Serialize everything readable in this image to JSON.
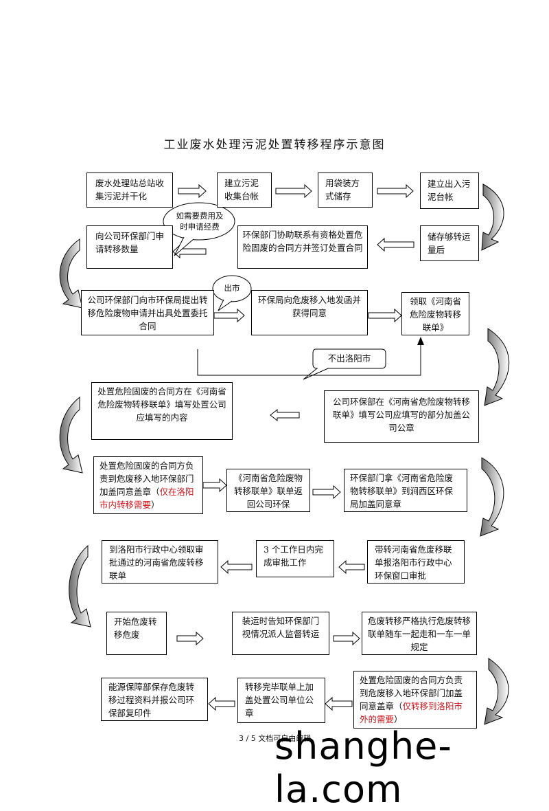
{
  "title": "工业废水处理污泥处置转移程序示意图",
  "boxes": {
    "b1": "废水处理站总站收集污泥并干化",
    "b2": "建立污泥收集台帐",
    "b3": "用袋装方式储存",
    "b4": "建立出入污泥台帐",
    "b5": "储存够转运量后",
    "b6": "环保部门协助联系有资格处置危险固废的合同方并签订处置合同",
    "b7": "向公司环保部门申请转移数量",
    "b8": "公司环保部门向市环保局提出转移危险废物申请并出具处置委托合同",
    "b9": "环保局向危废移入地发函并获得同意",
    "b10": "领取《河南省危险废物转移联单》",
    "b11": "公司环保部在《河南省危险废物转移联单》填写公司应填写的部分加盖公司公章",
    "b12": "处置危险固废的合同方在《河南省危险废物转移联单》填写处置公司应填写的内容",
    "b13_main": "处置危险固废的合同方负责到危废移入地环保部门加盖同意盖章（",
    "b13_red": "仅在洛阳市内转移需要",
    "b13_end": "）",
    "b14": "《河南省危险废物转移联单》联单返回公司环保",
    "b15": "环保部门拿《河南省危险废物转移联单》到涧西区环保局加盖同意章",
    "b16": "带转河南省危废移联单报洛阳市行政中心环保窗口审批",
    "b17": "3 个工作日内完成审批工作",
    "b18": "到洛阳市行政中心领取审批通过的河南省危废转移联单",
    "b19": "开始危废转移危废",
    "b20": "装运时告知环保部门视情况派人监督转运",
    "b21": "危废转移严格执行危废转移联单随车一起走和一车一单规定",
    "b22_main": "处置危险固废的合同方负责到危废移入地环保部门加盖同意盖章（",
    "b22_red": "仅转移到洛阳市外的需要",
    "b22_end": "）",
    "b23": "转移完毕联单上加盖处置公司单位公章",
    "b24": "能源保障部保存危废转移过程资料并报公司环保部复印件"
  },
  "callouts": {
    "c1": "如需要费用及时申请经费",
    "c2": "出市",
    "c3": "不出洛阳市"
  },
  "footer": "3 / 5 文档可自由编辑",
  "watermark": "shanghe-la.com"
}
